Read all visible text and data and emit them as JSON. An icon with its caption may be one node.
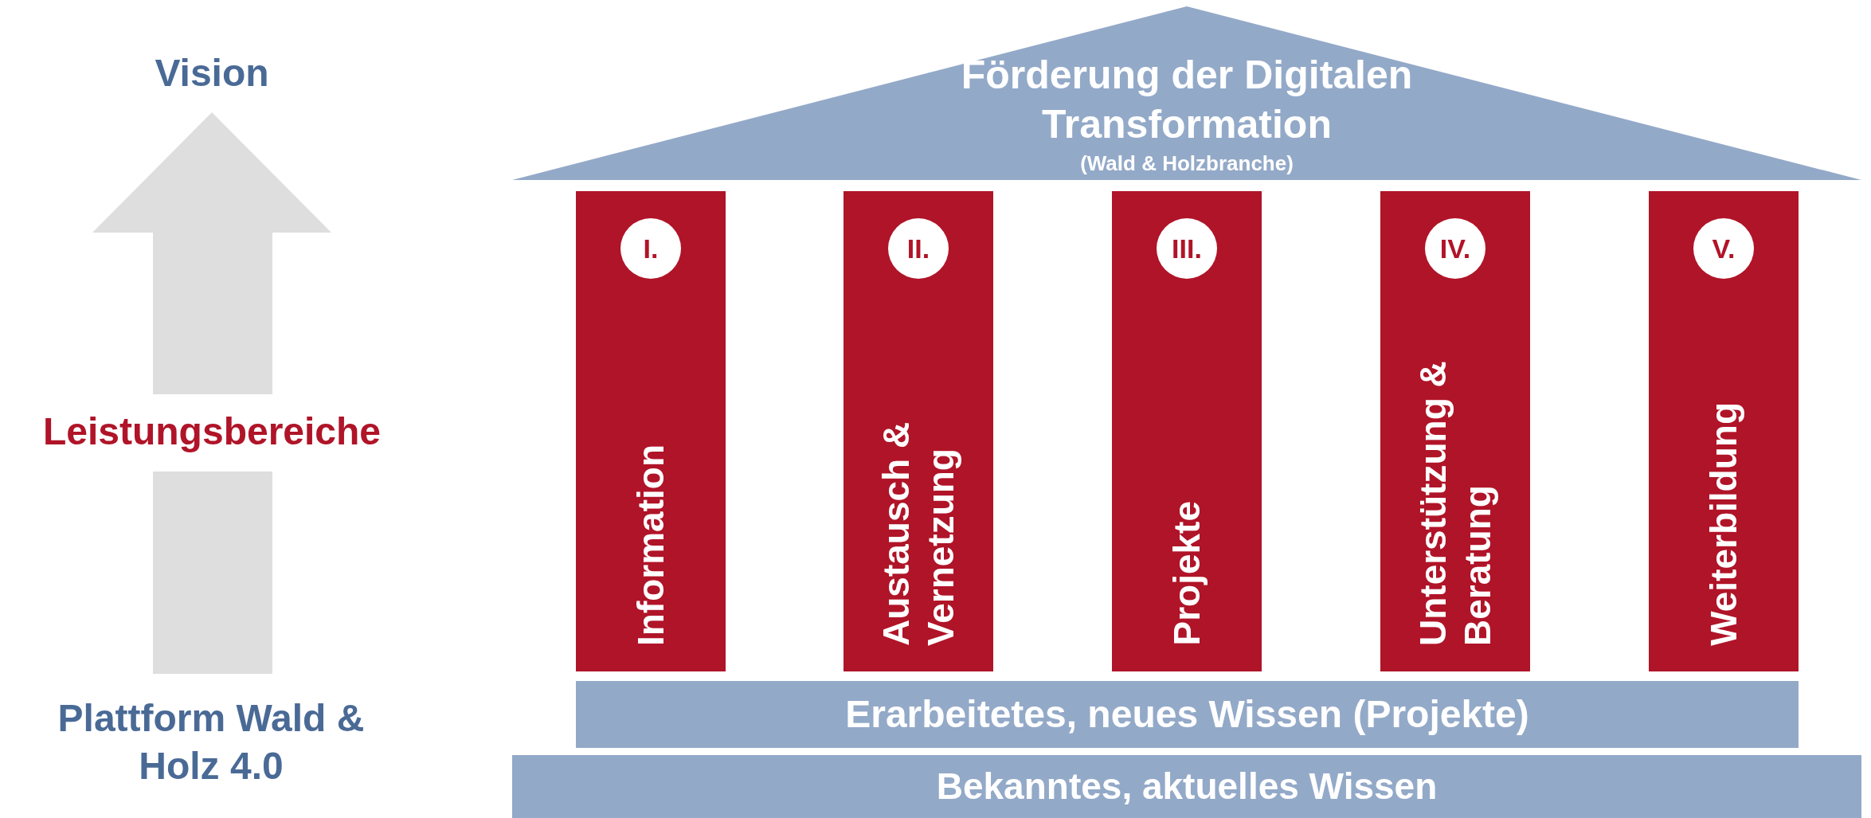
{
  "diagram": {
    "nodes": [
      {
        "text": [
          "Förderung der Digitalen Transformation",
          "(Wald & Holzbranche)"
        ]
      },
      {
        "text": [
          "Information"
        ]
      },
      {
        "text": [
          "I."
        ],
        "in": 1
      },
      {
        "text": [
          "Austausch & Vernetzung"
        ]
      },
      {
        "text": [
          "II."
        ],
        "in": 3
      },
      {
        "text": [
          "Projekte"
        ]
      },
      {
        "text": [
          "III."
        ],
        "in": 5
      },
      {
        "text": [
          "Unterstützung & Beratung"
        ]
      },
      {
        "text": [
          "IV."
        ],
        "in": 7
      },
      {
        "text": [
          "Weiterbildung"
        ]
      },
      {
        "text": [
          "V."
        ],
        "in": 9
      },
      {
        "text": [
          "Erarbeitetes, neues Wissen (Projekte)"
        ]
      },
      {
        "text": [
          "Bekanntes, aktuelles Wissen"
        ]
      }
    ],
    "edges": [],
    "labels": [
      "Vision",
      "Leistungsbereiche",
      "Plattform Wald & Holz 4.0"
    ]
  }
}
